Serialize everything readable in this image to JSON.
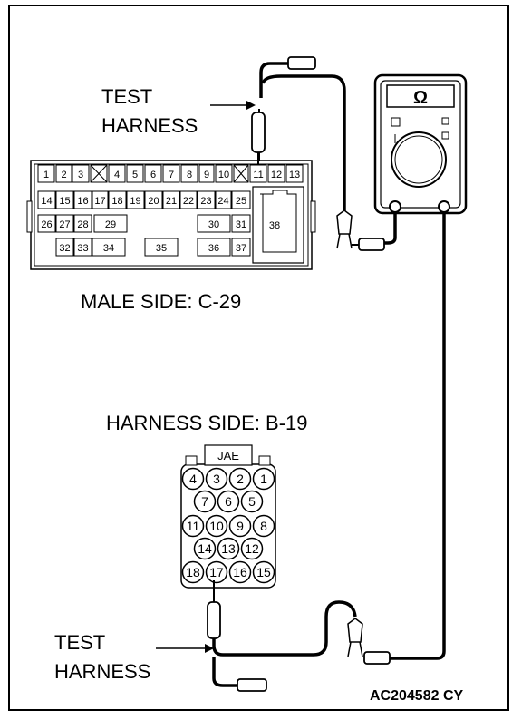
{
  "labels": {
    "test_harness_top_1": "TEST",
    "test_harness_top_2": "HARNESS",
    "male_side": "MALE SIDE: C-29",
    "harness_side": "HARNESS SIDE: B-19",
    "test_harness_bottom_1": "TEST",
    "test_harness_bottom_2": "HARNESS",
    "figure_code": "AC204582 CY",
    "meter_symbol": "Ω",
    "jae": "JAE"
  },
  "male_connector": {
    "row1": [
      "1",
      "2",
      "3",
      "",
      "4",
      "5",
      "6",
      "7",
      "8",
      "9",
      "10",
      "",
      "11",
      "12",
      "13"
    ],
    "row2": [
      "14",
      "15",
      "16",
      "17",
      "18",
      "19",
      "20",
      "21",
      "22",
      "23",
      "24",
      "25"
    ],
    "row3": [
      "26",
      "27",
      "28",
      "29",
      "30",
      "31"
    ],
    "row4": [
      "32",
      "33",
      "34",
      "35",
      "36",
      "37"
    ],
    "big_pin": "38"
  },
  "harness_connector": {
    "rows": [
      [
        "4",
        "3",
        "2",
        "1"
      ],
      [
        "7",
        "6",
        "5"
      ],
      [
        "11",
        "10",
        "9",
        "8"
      ],
      [
        "14",
        "13",
        "12"
      ],
      [
        "18",
        "17",
        "16",
        "15"
      ]
    ]
  },
  "icons": [
    "ohmmeter-icon",
    "test-probe-icon",
    "connector-icon"
  ]
}
